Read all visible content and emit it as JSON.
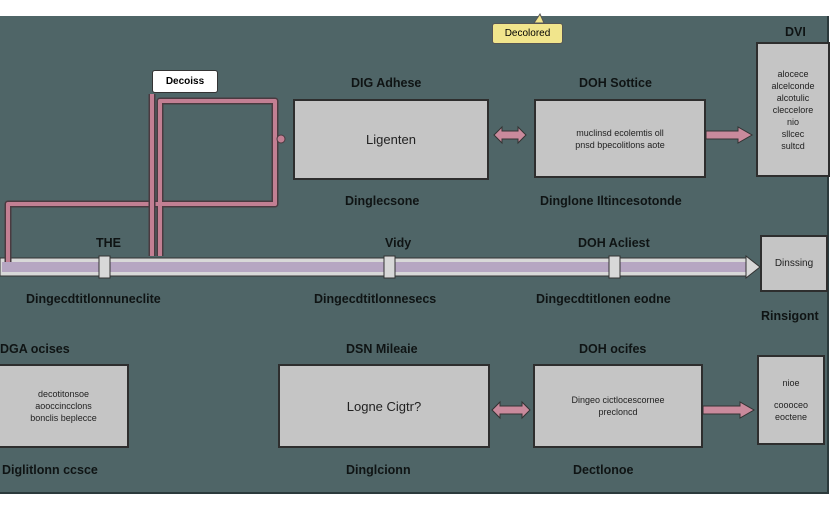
{
  "top_tag": "Decolored",
  "corner_label": "DVI",
  "pipe_tag": "Decoiss",
  "rows": {
    "row1": {
      "left": {
        "title": "DIG Adhese",
        "body": "Ligenten",
        "caption": "Dinglecsone"
      },
      "mid": {
        "title": "DOH Sottice",
        "body": [
          "muclinsd ecolemtis oll",
          "pnsd bpecolitlons aote"
        ],
        "caption": "Dinglone Iltincesotonde"
      },
      "right": {
        "body": [
          "alocece",
          "alcelconde",
          "alcotulic",
          "cleccelore",
          "nio",
          "sllcec",
          "sultcd"
        ]
      }
    },
    "bus": {
      "labels_top": [
        "THE",
        "Vidy",
        "DOH Acliest"
      ],
      "labels_bottom": [
        "Dingecdtitlonnuneclite",
        "Dingecdtitlonnesecs",
        "Dingecdtitlonen eodne"
      ],
      "end_box": "Dinssing",
      "end_caption": "Rinsigont"
    },
    "row3": {
      "left": {
        "title": "DGA ocises",
        "body": [
          "decotitonsoe",
          "aooccincclons",
          "bonclis beplecce"
        ],
        "caption": "Diglitlonn ccsce"
      },
      "center": {
        "title": "DSN Mileaie",
        "body": "Logne Cigtr?",
        "caption": "Dinglcionn"
      },
      "mid": {
        "title": "DOH ocifes",
        "body": [
          "Dingeo cictlocescornee",
          "precloncd"
        ],
        "caption": "Dectlonoe"
      },
      "right": {
        "body": [
          "nioe",
          "coooceo",
          "eoctene"
        ]
      }
    }
  },
  "colors": {
    "background": "#4f6567",
    "box": "#c5c5c5",
    "wire": "#c27f93",
    "bus": "#b6a6c2",
    "tag": "#f1e58c"
  }
}
